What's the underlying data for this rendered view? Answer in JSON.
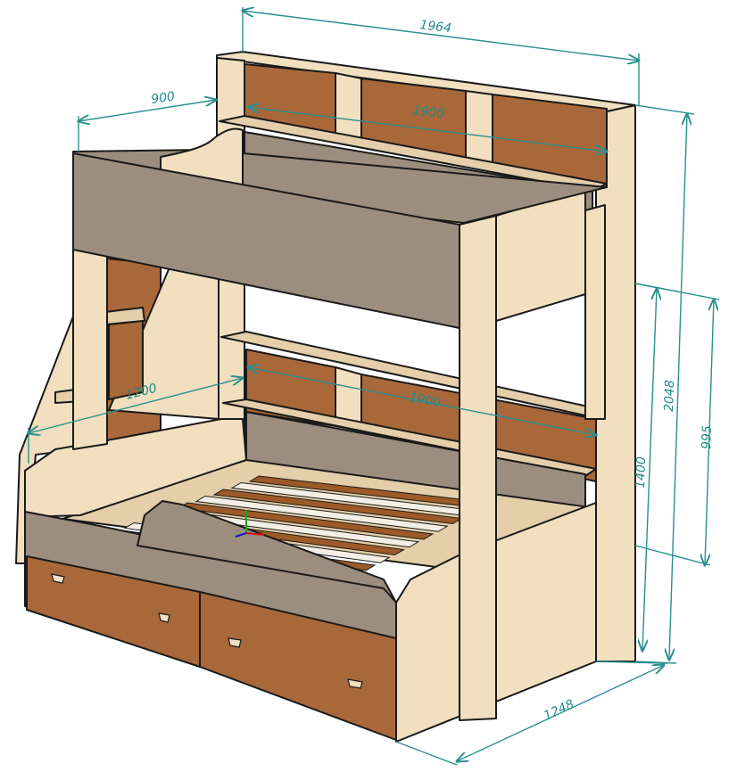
{
  "dimensions": {
    "overall_width": "1964",
    "stair_width": "900",
    "upper_shelf_length": "1900",
    "lower_shelf_length": "1900",
    "lower_bed_width": "1200",
    "overall_height": "2048",
    "lower_section_height": "1400",
    "side_height": "995",
    "overall_depth": "1248"
  },
  "colors": {
    "light_wood": "#f1dfc0",
    "light_wood_shade": "#e4cfaa",
    "grey_panel": "#9c8e7e",
    "grey_panel_dark": "#8a7c6c",
    "brown_panel": "#a9683a",
    "brown_panel_dark": "#8f5328",
    "slat_brown": "#9c5a28",
    "slat_white": "#f4efe6",
    "dimension": "#2a8f90"
  }
}
